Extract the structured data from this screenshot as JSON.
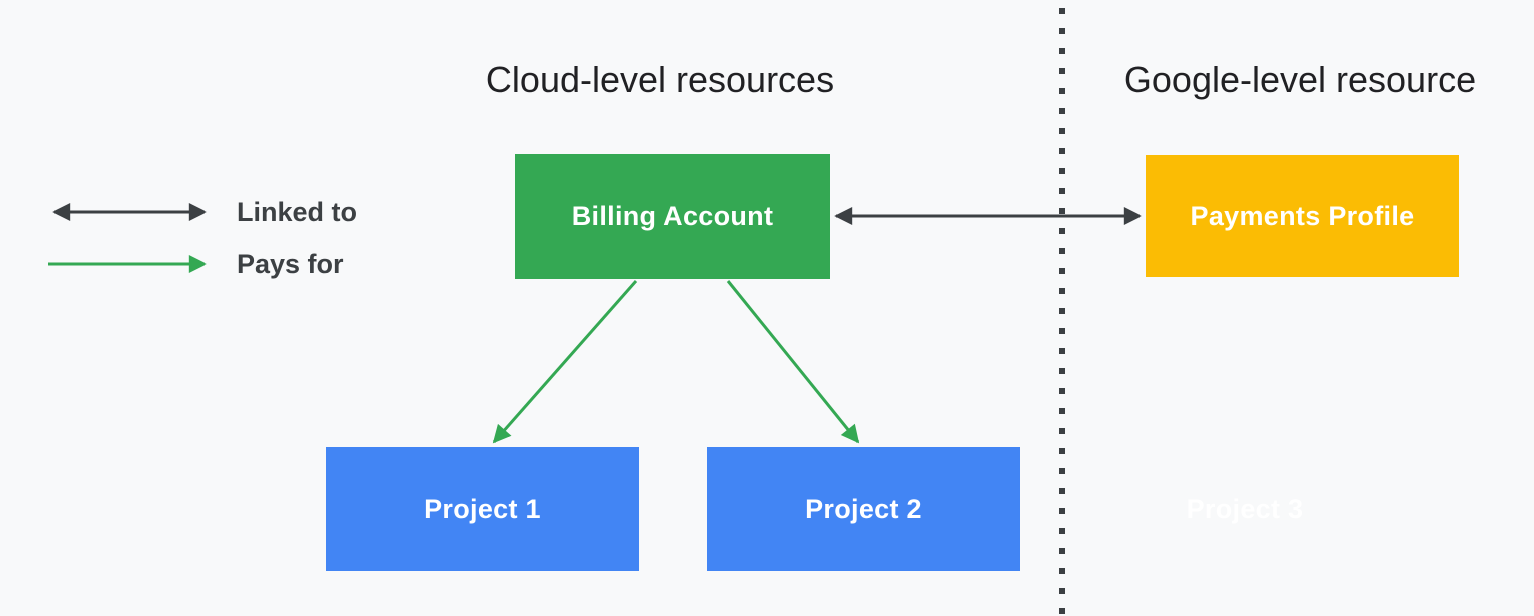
{
  "colors": {
    "background": "#F8F9FA",
    "green": "#34A853",
    "yellow": "#FBBC04",
    "blue": "#4285F4",
    "dark": "#3C4043",
    "heading": "#212124",
    "white": "#FFFFFF"
  },
  "regions": {
    "left_title": "Cloud-level resources",
    "right_title": "Google-level resource"
  },
  "legend": {
    "items": [
      {
        "label": "Linked to",
        "arrow_type": "double-headed-dark"
      },
      {
        "label": "Pays for",
        "arrow_type": "single-headed-green"
      }
    ]
  },
  "nodes": {
    "billing_account": {
      "label": "Billing Account",
      "color": "#34A853",
      "region": "cloud-level"
    },
    "payments_profile": {
      "label": "Payments Profile",
      "color": "#FBBC04",
      "region": "google-level"
    },
    "project_1": {
      "label": "Project 1",
      "color": "#4285F4",
      "region": "cloud-level"
    },
    "project_2": {
      "label": "Project 2",
      "color": "#4285F4",
      "region": "cloud-level"
    },
    "project_3": {
      "label": "Project 3",
      "color": "#FFFFFF",
      "region": "google-level"
    }
  },
  "edges": [
    {
      "from": "Billing Account",
      "to": "Payments Profile",
      "relation": "Linked to",
      "style": "double-headed-dark"
    },
    {
      "from": "Billing Account",
      "to": "Project 1",
      "relation": "Pays for",
      "style": "single-headed-green"
    },
    {
      "from": "Billing Account",
      "to": "Project 2",
      "relation": "Pays for",
      "style": "single-headed-green"
    }
  ]
}
